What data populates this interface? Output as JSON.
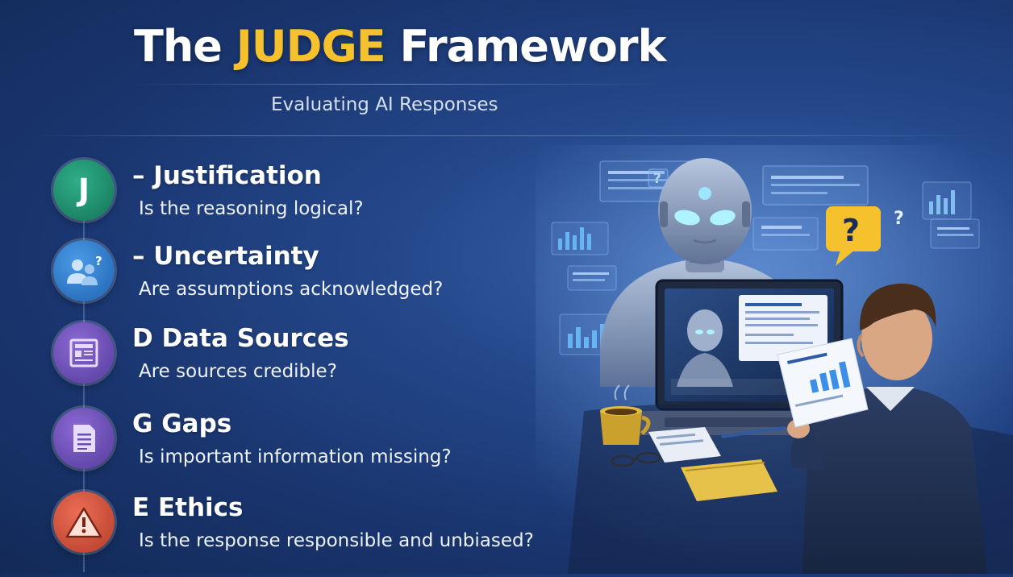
{
  "header": {
    "title_before": "The",
    "title_accent": "JUDGE",
    "title_after": "Framework",
    "subtitle": "Evaluating AI Responses"
  },
  "colors": {
    "accent": "#f5c22e",
    "badge_j": "#1f8a6a",
    "badge_u": "#2f7fd0",
    "badge_d": "#6c4fb8",
    "badge_g": "#6c4fb8",
    "badge_e": "#d0503a"
  },
  "items": [
    {
      "badge_letter": "J",
      "icon": "letter-j-icon",
      "title": "– Justification",
      "question": "Is the reasoning logical?"
    },
    {
      "badge_letter": "",
      "icon": "users-question-icon",
      "title": "– Uncertainty",
      "question": "Are assumptions acknowledged?"
    },
    {
      "badge_letter": "",
      "icon": "document-list-icon",
      "title": "D Data Sources",
      "question": "Are sources credible?"
    },
    {
      "badge_letter": "",
      "icon": "document-icon",
      "title": "G Gaps",
      "question": "Is important information missing?"
    },
    {
      "badge_letter": "",
      "icon": "warning-triangle-icon",
      "title": "E Ethics",
      "question": "Is the response responsible and unbiased?"
    }
  ],
  "illustration": {
    "bubble_mark": "?",
    "floating_mark": "?",
    "panel_mark": "?"
  }
}
